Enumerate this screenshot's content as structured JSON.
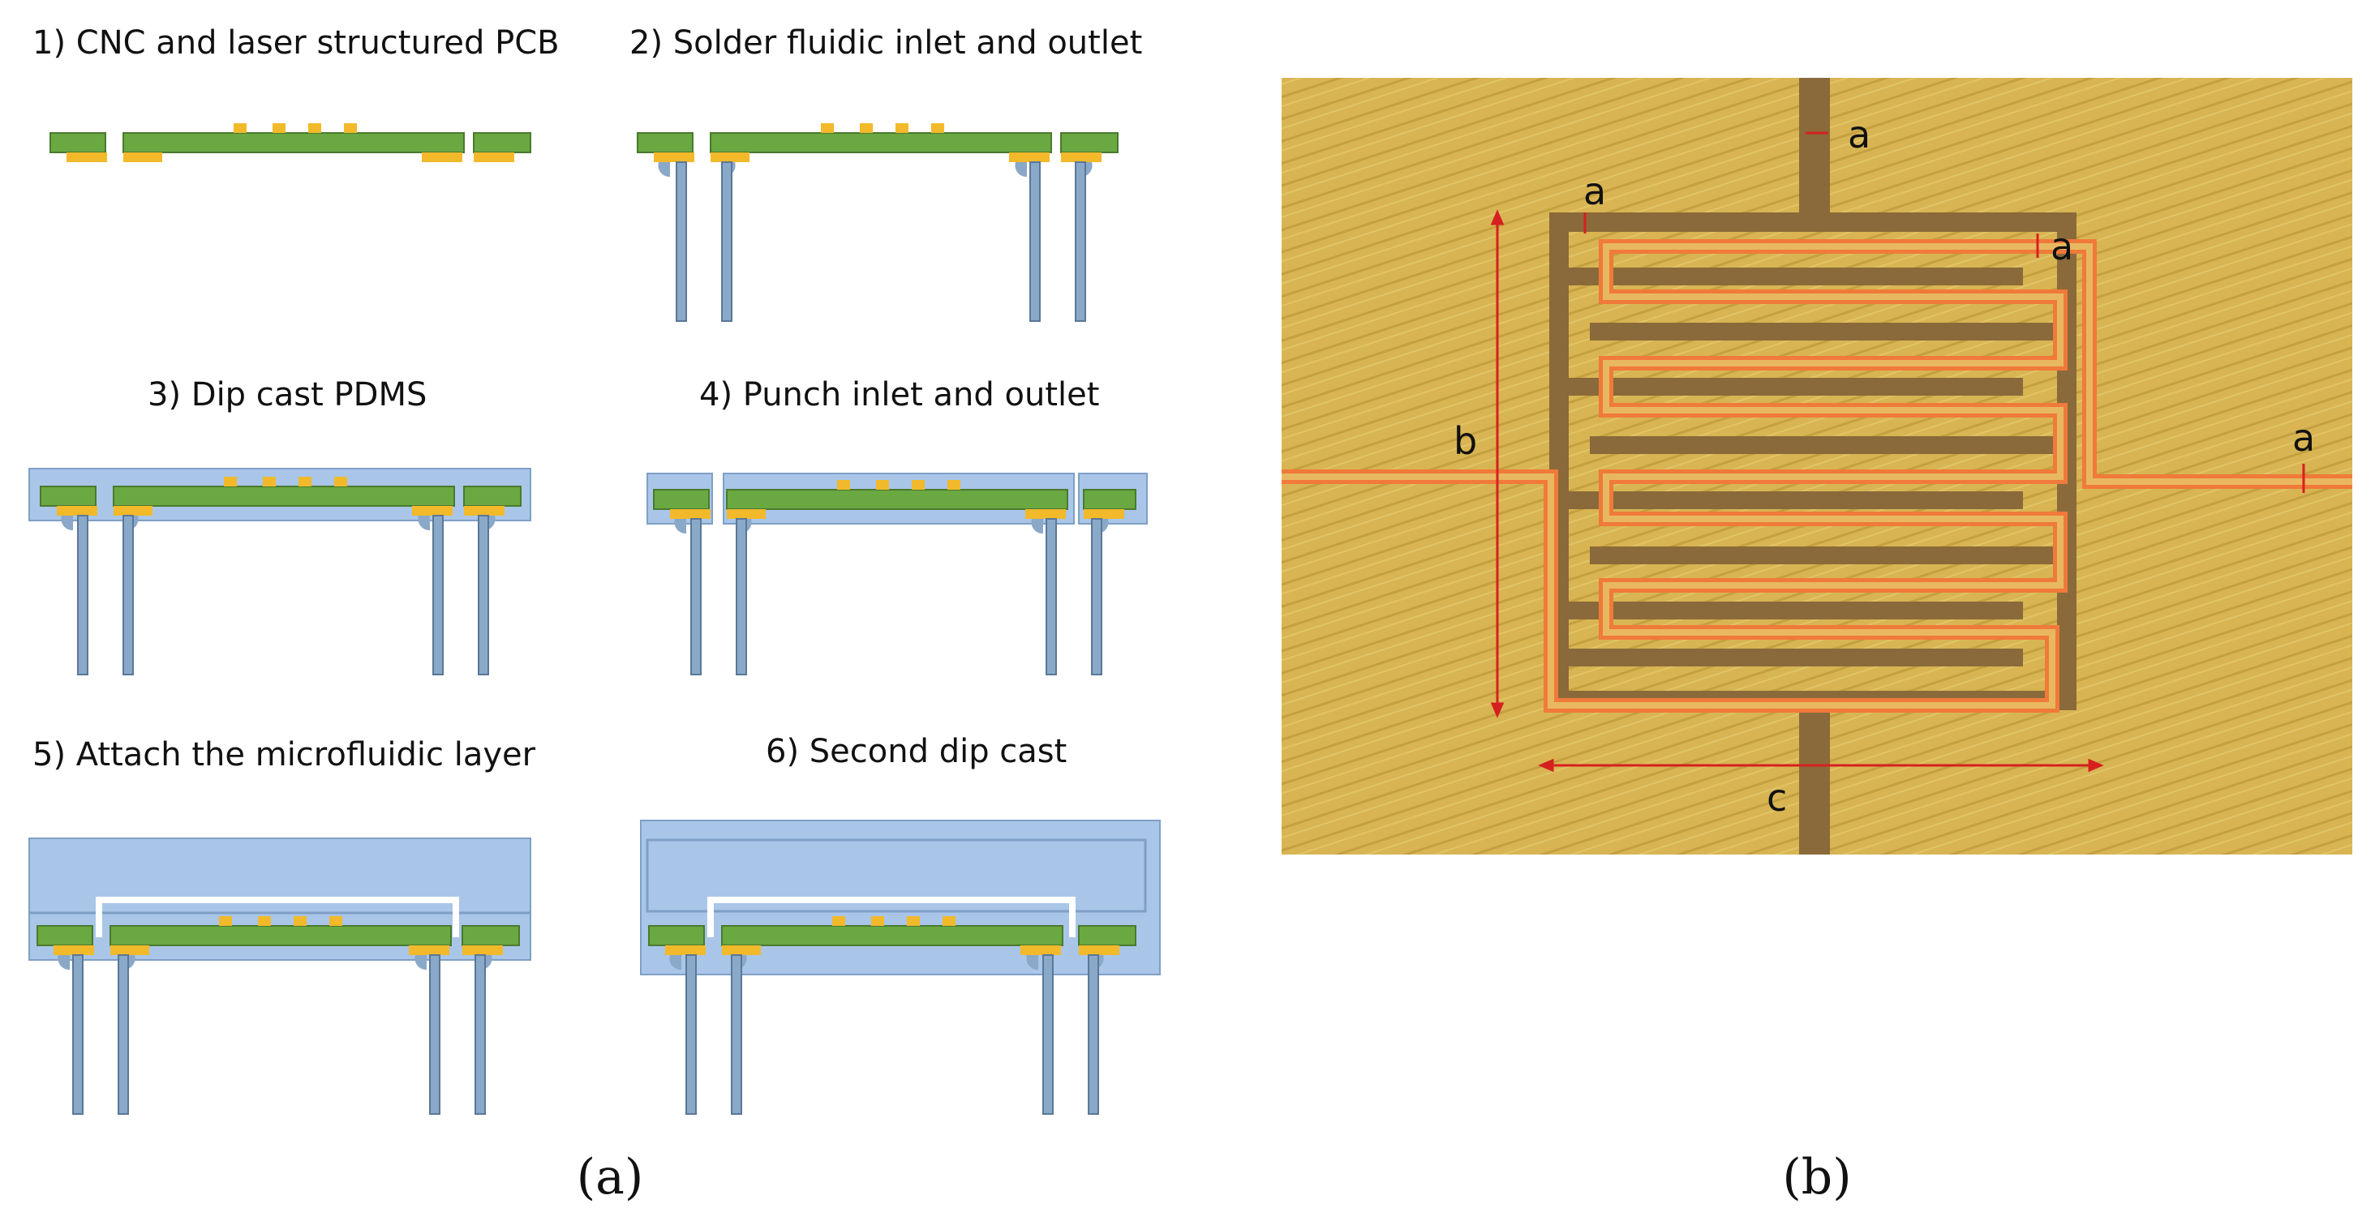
{
  "panel_a": {
    "label": "(a)",
    "steps": [
      {
        "title": "1) CNC and laser structured PCB"
      },
      {
        "title": "2) Solder fluidic inlet and outlet"
      },
      {
        "title": "3) Dip cast PDMS"
      },
      {
        "title": "4) Punch inlet and outlet"
      },
      {
        "title": "5) Attach the microfluidic layer"
      },
      {
        "title": "6) Second dip cast"
      }
    ]
  },
  "panel_b": {
    "label": "(b)",
    "dimension_labels": {
      "a": "a",
      "b": "b",
      "c": "c"
    }
  },
  "colors": {
    "pcb": "#6aa842",
    "copper": "#f2b92a",
    "pdms": "#a9c6e8",
    "tube": "#8aa8c8",
    "photo_bg": "#d8b552",
    "trace": "#8a6a3a",
    "fluidic": "#f07a3a",
    "dimension": "#d62020"
  }
}
